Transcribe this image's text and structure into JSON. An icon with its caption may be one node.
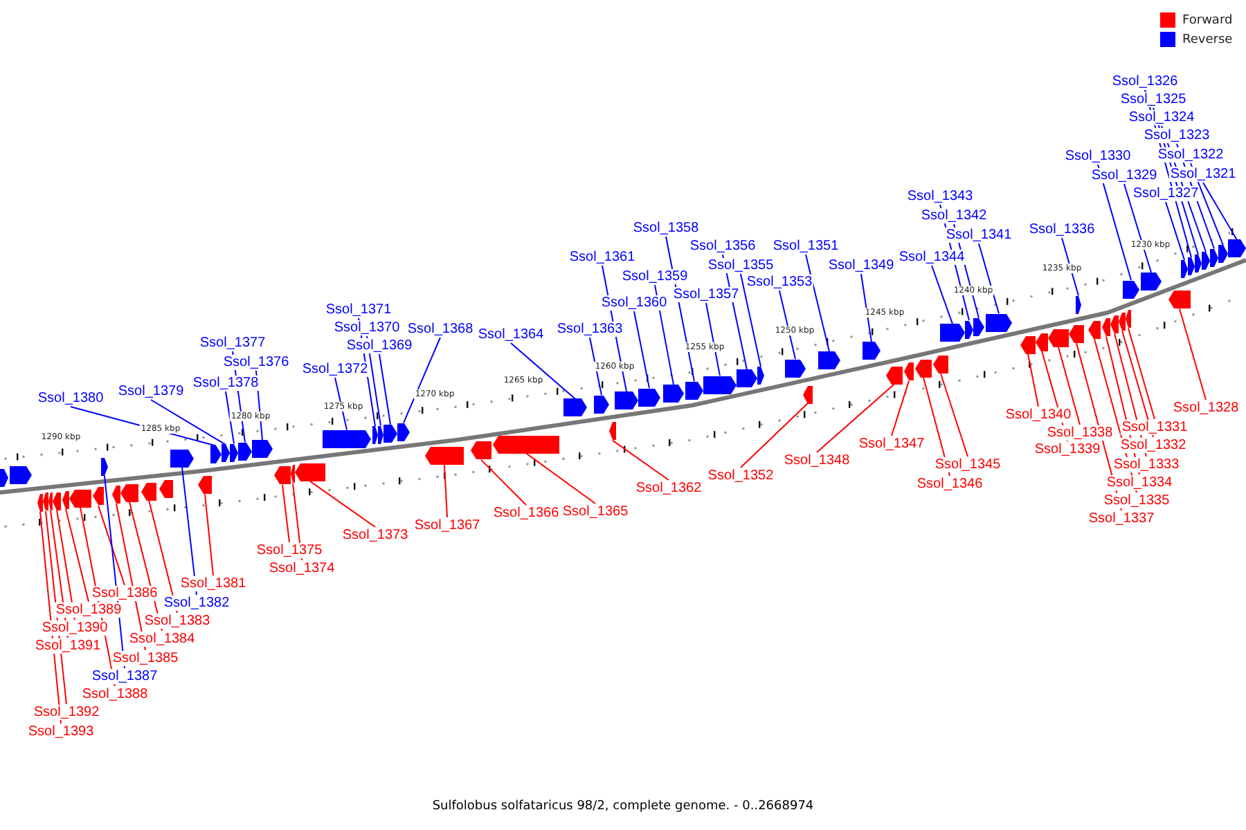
{
  "diagram": {
    "caption": "Sulfolobus solfataricus 98/2, complete genome. - 0..2668974",
    "nodes": [
      {
        "text": [
          "Ssol_1326"
        ]
      },
      {
        "text": [
          "Ssol_1325"
        ]
      },
      {
        "text": [
          "Ssol_1324"
        ]
      },
      {
        "text": [
          "Ssol_1323"
        ]
      },
      {
        "text": [
          "Ssol_1322"
        ]
      },
      {
        "text": [
          "Ssol_1330"
        ]
      },
      {
        "text": [
          "Ssol_1321"
        ]
      },
      {
        "text": [
          "Ssol_1329"
        ]
      },
      {
        "text": [
          "Ssol_1327"
        ]
      },
      {
        "text": [
          "Ssol_1343"
        ]
      },
      {
        "text": [
          "Ssol_1342"
        ]
      },
      {
        "text": [
          "Ssol_1358"
        ]
      },
      {
        "text": [
          "Ssol_1336"
        ]
      },
      {
        "text": [
          "Ssol_1341"
        ]
      },
      {
        "text": [
          "Ssol_1356"
        ]
      },
      {
        "text": [
          "Ssol_1351"
        ]
      },
      {
        "text": [
          "Ssol_1361"
        ]
      },
      {
        "text": [
          "Ssol_1344"
        ]
      },
      {
        "text": [
          "Ssol_1355"
        ]
      },
      {
        "text": [
          "Ssol_1349"
        ]
      },
      {
        "text": [
          "Ssol_1359"
        ]
      },
      {
        "text": [
          "Ssol_1353"
        ]
      },
      {
        "text": [
          "Ssol_1357"
        ]
      },
      {
        "text": [
          "Ssol_1360"
        ]
      },
      {
        "text": [
          "Ssol_1371"
        ]
      },
      {
        "text": [
          "Ssol_1370"
        ]
      },
      {
        "text": [
          "Ssol_1368"
        ]
      },
      {
        "text": [
          "Ssol_1363"
        ]
      },
      {
        "text": [
          "Ssol_1364"
        ]
      },
      {
        "text": [
          "Ssol_1377"
        ]
      },
      {
        "text": [
          "Ssol_1369"
        ]
      },
      {
        "text": [
          "Ssol_1376"
        ]
      },
      {
        "text": [
          "Ssol_1372"
        ]
      },
      {
        "text": [
          "Ssol_1378"
        ]
      },
      {
        "text": [
          "Ssol_1379"
        ]
      },
      {
        "text": [
          "Ssol_1380"
        ]
      },
      {
        "text": [
          "Ssol_1328"
        ]
      },
      {
        "text": [
          "Ssol_1340"
        ]
      },
      {
        "text": [
          "Ssol_1331"
        ]
      },
      {
        "text": [
          "Ssol_1338"
        ]
      },
      {
        "text": [
          "Ssol_1347"
        ]
      },
      {
        "text": [
          "Ssol_1332"
        ]
      },
      {
        "text": [
          "Ssol_1339"
        ]
      },
      {
        "text": [
          "Ssol_1348"
        ]
      },
      {
        "text": [
          "Ssol_1333"
        ]
      },
      {
        "text": [
          "Ssol_1345"
        ]
      },
      {
        "text": [
          "Ssol_1352"
        ]
      },
      {
        "text": [
          "Ssol_1334"
        ]
      },
      {
        "text": [
          "Ssol_1346"
        ]
      },
      {
        "text": [
          "Ssol_1362"
        ]
      },
      {
        "text": [
          "Ssol_1335"
        ]
      },
      {
        "text": [
          "Ssol_1365"
        ]
      },
      {
        "text": [
          "Ssol_1366"
        ]
      },
      {
        "text": [
          "Ssol_1337"
        ]
      },
      {
        "text": [
          "Ssol_1367"
        ]
      },
      {
        "text": [
          "Ssol_1373"
        ]
      },
      {
        "text": [
          "Ssol_1375"
        ]
      },
      {
        "text": [
          "Ssol_1374"
        ]
      },
      {
        "text": [
          "Ssol_1381"
        ]
      },
      {
        "text": [
          "Ssol_1386"
        ]
      },
      {
        "text": [
          "Ssol_1382"
        ]
      },
      {
        "text": [
          "Ssol_1389"
        ]
      },
      {
        "text": [
          "Ssol_1383"
        ]
      },
      {
        "text": [
          "Ssol_1390"
        ]
      },
      {
        "text": [
          "Ssol_1384"
        ]
      },
      {
        "text": [
          "Ssol_1391"
        ]
      },
      {
        "text": [
          "Ssol_1385"
        ]
      },
      {
        "text": [
          "Ssol_1387"
        ]
      },
      {
        "text": [
          "Ssol_1388"
        ]
      },
      {
        "text": [
          "Ssol_1392"
        ]
      },
      {
        "text": [
          "Ssol_1393"
        ]
      },
      {
        "text": [],
        "shape": "arrow"
      },
      {
        "text": [],
        "shape": "arrow"
      },
      {
        "text": [],
        "shape": "arrow"
      },
      {
        "text": [],
        "shape": "arrow"
      },
      {
        "text": [],
        "shape": "arrow"
      },
      {
        "text": [],
        "shape": "arrow"
      },
      {
        "text": [],
        "shape": "arrow"
      },
      {
        "text": [],
        "shape": "arrow"
      },
      {
        "text": [],
        "shape": "arrow"
      },
      {
        "text": [],
        "shape": "arrow"
      },
      {
        "text": [],
        "shape": "arrow"
      },
      {
        "text": [],
        "shape": "arrow"
      },
      {
        "text": [],
        "shape": "arrow"
      },
      {
        "text": [],
        "shape": "arrow"
      },
      {
        "text": [],
        "shape": "arrow"
      },
      {
        "text": [],
        "shape": "arrow"
      },
      {
        "text": [],
        "shape": "arrow"
      },
      {
        "text": [],
        "shape": "arrow"
      },
      {
        "text": [],
        "shape": "arrow"
      },
      {
        "text": [],
        "shape": "arrow"
      },
      {
        "text": [],
        "shape": "arrow"
      },
      {
        "text": [],
        "shape": "arrow"
      },
      {
        "text": [],
        "shape": "arrow"
      },
      {
        "text": [],
        "shape": "arrow"
      },
      {
        "text": [],
        "shape": "arrow"
      },
      {
        "text": [],
        "shape": "arrow"
      },
      {
        "text": [],
        "shape": "arrow"
      },
      {
        "text": [],
        "shape": "arrow"
      },
      {
        "text": [],
        "shape": "arrow"
      },
      {
        "text": [],
        "shape": "arrow"
      },
      {
        "text": [],
        "shape": "arrow"
      },
      {
        "text": [],
        "shape": "arrow"
      },
      {
        "text": [],
        "shape": "arrow"
      },
      {
        "text": [],
        "shape": "arrow"
      },
      {
        "text": [],
        "shape": "arrow"
      },
      {
        "text": [],
        "shape": "arrow"
      },
      {
        "text": [],
        "shape": "arrow"
      },
      {
        "text": [],
        "shape": "arrow"
      },
      {
        "text": [],
        "shape": "arrow"
      },
      {
        "text": [],
        "shape": "arrow"
      },
      {
        "text": [],
        "shape": "arrow"
      },
      {
        "text": [],
        "shape": "arrow"
      },
      {
        "text": [],
        "shape": "arrow"
      },
      {
        "text": [],
        "shape": "arrow"
      },
      {
        "text": [],
        "shape": "arrow"
      },
      {
        "text": [],
        "shape": "arrow"
      },
      {
        "text": [],
        "shape": "arrow"
      },
      {
        "text": [],
        "shape": "arrow"
      },
      {
        "text": [],
        "shape": "arrow"
      },
      {
        "text": [],
        "shape": "arrow"
      },
      {
        "text": [],
        "shape": "arrow"
      },
      {
        "text": [],
        "shape": "arrow"
      },
      {
        "text": [],
        "shape": "arrow"
      },
      {
        "text": [],
        "shape": "arrow"
      },
      {
        "text": [],
        "shape": "arrow"
      },
      {
        "text": [],
        "shape": "arrow"
      },
      {
        "text": [],
        "shape": "arrow"
      },
      {
        "text": [],
        "shape": "arrow"
      },
      {
        "text": [],
        "shape": "arrow"
      },
      {
        "text": [],
        "shape": "arrow"
      },
      {
        "text": [],
        "shape": "arrow"
      },
      {
        "text": [],
        "shape": "arrow"
      },
      {
        "text": [],
        "shape": "arrow"
      },
      {
        "text": [],
        "shape": "arrow"
      },
      {
        "text": [],
        "shape": "arrow"
      },
      {
        "text": [],
        "shape": "arrow"
      },
      {
        "text": [],
        "shape": "arrow"
      },
      {
        "text": [],
        "shape": "arrow"
      },
      {
        "text": [],
        "shape": "arrow"
      },
      {
        "text": [],
        "shape": "arrow"
      },
      {
        "text": [],
        "shape": "arrow"
      },
      {
        "text": [],
        "shape": "arrow"
      },
      {
        "text": [],
        "shape": "arrow"
      },
      {
        "text": [],
        "shape": "arrow"
      }
    ],
    "edges": [
      {
        "from": 0,
        "to": 139,
        "arrow": "none",
        "color": "#0000ff"
      },
      {
        "from": 1,
        "to": 140,
        "arrow": "none",
        "color": "#0000ff"
      },
      {
        "from": 2,
        "to": 141,
        "arrow": "none",
        "color": "#0000ff"
      },
      {
        "from": 3,
        "to": 142,
        "arrow": "none",
        "color": "#0000ff"
      },
      {
        "from": 4,
        "to": 143,
        "arrow": "none",
        "color": "#0000ff"
      },
      {
        "from": 5,
        "to": 135,
        "arrow": "none",
        "color": "#0000ff"
      },
      {
        "from": 6,
        "to": 144,
        "arrow": "none",
        "color": "#0000ff"
      },
      {
        "from": 7,
        "to": 136,
        "arrow": "none",
        "color": "#0000ff"
      },
      {
        "from": 8,
        "to": 138,
        "arrow": "none",
        "color": "#0000ff"
      },
      {
        "from": 9,
        "to": 122,
        "arrow": "none",
        "color": "#0000ff"
      },
      {
        "from": 10,
        "to": 123,
        "arrow": "none",
        "color": "#0000ff"
      },
      {
        "from": 11,
        "to": 109,
        "arrow": "none",
        "color": "#0000ff"
      },
      {
        "from": 12,
        "to": 129,
        "arrow": "none",
        "color": "#0000ff"
      },
      {
        "from": 13,
        "to": 124,
        "arrow": "none",
        "color": "#0000ff"
      },
      {
        "from": 14,
        "to": 111,
        "arrow": "none",
        "color": "#0000ff"
      },
      {
        "from": 15,
        "to": 115,
        "arrow": "none",
        "color": "#0000ff"
      },
      {
        "from": 16,
        "to": 106,
        "arrow": "none",
        "color": "#0000ff"
      },
      {
        "from": 17,
        "to": 121,
        "arrow": "none",
        "color": "#0000ff"
      },
      {
        "from": 18,
        "to": 112,
        "arrow": "none",
        "color": "#0000ff"
      },
      {
        "from": 19,
        "to": 116,
        "arrow": "none",
        "color": "#0000ff"
      },
      {
        "from": 20,
        "to": 108,
        "arrow": "none",
        "color": "#0000ff"
      },
      {
        "from": 21,
        "to": 113,
        "arrow": "none",
        "color": "#0000ff"
      },
      {
        "from": 22,
        "to": 110,
        "arrow": "none",
        "color": "#0000ff"
      },
      {
        "from": 23,
        "to": 107,
        "arrow": "none",
        "color": "#0000ff"
      },
      {
        "from": 24,
        "to": 96,
        "arrow": "none",
        "color": "#0000ff"
      },
      {
        "from": 25,
        "to": 97,
        "arrow": "none",
        "color": "#0000ff"
      },
      {
        "from": 26,
        "to": 99,
        "arrow": "none",
        "color": "#0000ff"
      },
      {
        "from": 27,
        "to": 104,
        "arrow": "none",
        "color": "#0000ff"
      },
      {
        "from": 28,
        "to": 103,
        "arrow": "none",
        "color": "#0000ff"
      },
      {
        "from": 29,
        "to": 90,
        "arrow": "none",
        "color": "#0000ff"
      },
      {
        "from": 30,
        "to": 98,
        "arrow": "none",
        "color": "#0000ff"
      },
      {
        "from": 31,
        "to": 91,
        "arrow": "none",
        "color": "#0000ff"
      },
      {
        "from": 32,
        "to": 95,
        "arrow": "none",
        "color": "#0000ff"
      },
      {
        "from": 33,
        "to": 89,
        "arrow": "none",
        "color": "#0000ff"
      },
      {
        "from": 34,
        "to": 88,
        "arrow": "none",
        "color": "#0000ff"
      },
      {
        "from": 35,
        "to": 87,
        "arrow": "none",
        "color": "#0000ff"
      },
      {
        "from": 36,
        "to": 137,
        "arrow": "none",
        "color": "#ff0000"
      },
      {
        "from": 37,
        "to": 125,
        "arrow": "none",
        "color": "#ff0000"
      },
      {
        "from": 38,
        "to": 134,
        "arrow": "none",
        "color": "#ff0000"
      },
      {
        "from": 39,
        "to": 127,
        "arrow": "none",
        "color": "#ff0000"
      },
      {
        "from": 40,
        "to": 118,
        "arrow": "none",
        "color": "#ff0000"
      },
      {
        "from": 41,
        "to": 133,
        "arrow": "none",
        "color": "#ff0000"
      },
      {
        "from": 42,
        "to": 126,
        "arrow": "none",
        "color": "#ff0000"
      },
      {
        "from": 43,
        "to": 117,
        "arrow": "none",
        "color": "#ff0000"
      },
      {
        "from": 44,
        "to": 132,
        "arrow": "none",
        "color": "#ff0000"
      },
      {
        "from": 45,
        "to": 120,
        "arrow": "none",
        "color": "#ff0000"
      },
      {
        "from": 46,
        "to": 114,
        "arrow": "none",
        "color": "#ff0000"
      },
      {
        "from": 47,
        "to": 131,
        "arrow": "none",
        "color": "#ff0000"
      },
      {
        "from": 48,
        "to": 119,
        "arrow": "none",
        "color": "#ff0000"
      },
      {
        "from": 49,
        "to": 105,
        "arrow": "none",
        "color": "#ff0000"
      },
      {
        "from": 50,
        "to": 130,
        "arrow": "none",
        "color": "#ff0000"
      },
      {
        "from": 51,
        "to": 102,
        "arrow": "none",
        "color": "#ff0000"
      },
      {
        "from": 52,
        "to": 101,
        "arrow": "none",
        "color": "#ff0000"
      },
      {
        "from": 53,
        "to": 128,
        "arrow": "none",
        "color": "#ff0000"
      },
      {
        "from": 54,
        "to": 100,
        "arrow": "none",
        "color": "#ff0000"
      },
      {
        "from": 55,
        "to": 94,
        "arrow": "none",
        "color": "#ff0000"
      },
      {
        "from": 56,
        "to": 92,
        "arrow": "none",
        "color": "#ff0000"
      },
      {
        "from": 57,
        "to": 93,
        "arrow": "none",
        "color": "#ff0000"
      },
      {
        "from": 58,
        "to": 86,
        "arrow": "none",
        "color": "#ff0000"
      },
      {
        "from": 59,
        "to": 79,
        "arrow": "none",
        "color": "#ff0000"
      },
      {
        "from": 60,
        "to": 85,
        "arrow": "none",
        "color": "#0000ff"
      },
      {
        "from": 61,
        "to": 77,
        "arrow": "none",
        "color": "#ff0000"
      },
      {
        "from": 62,
        "to": 83,
        "arrow": "none",
        "color": "#ff0000"
      },
      {
        "from": 63,
        "to": 76,
        "arrow": "none",
        "color": "#ff0000"
      },
      {
        "from": 64,
        "to": 82,
        "arrow": "none",
        "color": "#ff0000"
      },
      {
        "from": 65,
        "to": 75,
        "arrow": "none",
        "color": "#ff0000"
      },
      {
        "from": 66,
        "to": 81,
        "arrow": "none",
        "color": "#ff0000"
      },
      {
        "from": 67,
        "to": 80,
        "arrow": "none",
        "color": "#0000ff"
      },
      {
        "from": 68,
        "to": 78,
        "arrow": "none",
        "color": "#ff0000"
      },
      {
        "from": 69,
        "to": 74,
        "arrow": "none",
        "color": "#ff0000"
      },
      {
        "from": 70,
        "to": 73,
        "arrow": "none",
        "color": "#ff0000"
      }
    ],
    "labels": [
      "1290 kbp",
      "1285 kbp",
      "1280 kbp",
      "1275 kbp",
      "1270 kbp",
      "1265 kbp",
      "1260 kbp",
      "1255 kbp",
      "1250 kbp",
      "1245 kbp",
      "1240 kbp",
      "1235 kbp",
      "1230 kbp"
    ],
    "legend": [
      {
        "text": "Forward",
        "color": "#ff0000"
      },
      {
        "text": "Reverse",
        "color": "#0000ff"
      }
    ]
  }
}
